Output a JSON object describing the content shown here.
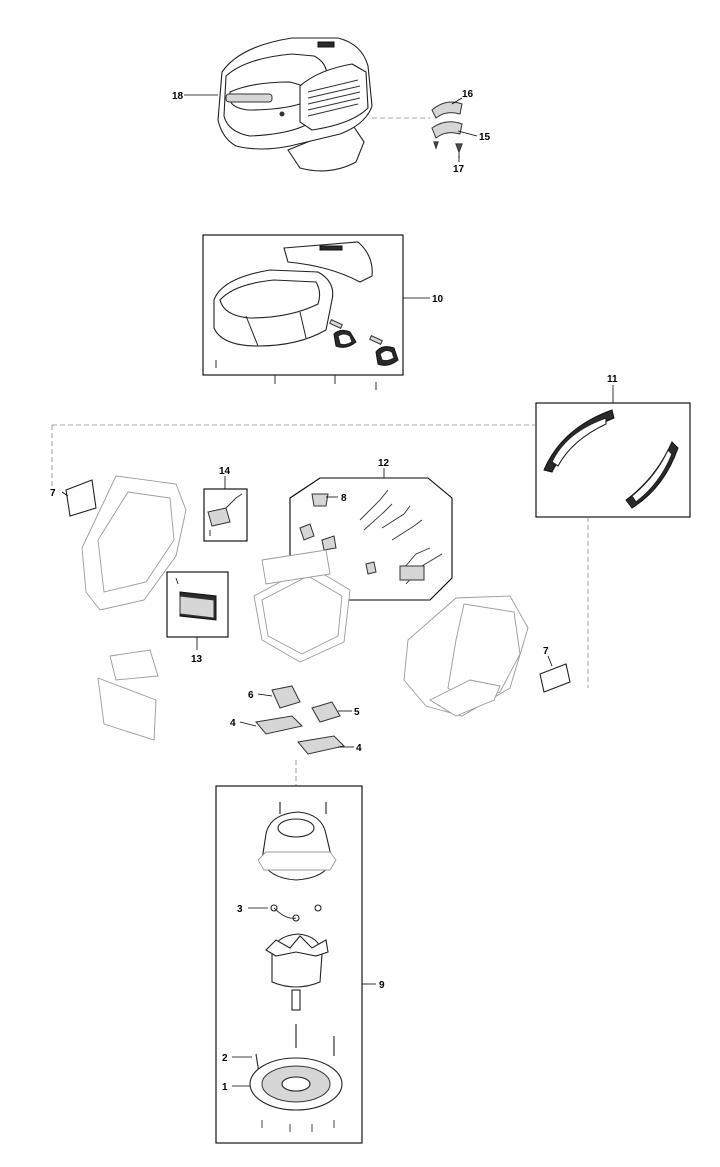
{
  "parts": [
    {
      "id": "cover-assembly",
      "label": "18"
    },
    {
      "id": "clip-upper",
      "label": "16"
    },
    {
      "id": "clip-lower",
      "label": "15"
    },
    {
      "id": "clip-screw",
      "label": "17"
    },
    {
      "id": "cover-kit-box",
      "label": "10"
    },
    {
      "id": "grille-kit-box",
      "label": "11"
    },
    {
      "id": "cable-kit-box",
      "label": "12"
    },
    {
      "id": "connector",
      "label": "8"
    },
    {
      "id": "sensor-module",
      "label": "14"
    },
    {
      "id": "control-board",
      "label": "13"
    },
    {
      "id": "strip-left",
      "label": "7"
    },
    {
      "id": "strip-right",
      "label": "7"
    },
    {
      "id": "damper-left",
      "label": "6"
    },
    {
      "id": "damper-right",
      "label": "5"
    },
    {
      "id": "pad-left",
      "label": "4"
    },
    {
      "id": "pad-right",
      "label": "4"
    },
    {
      "id": "motor-kit-box",
      "label": "9"
    },
    {
      "id": "grommet",
      "label": "3"
    },
    {
      "id": "bolt",
      "label": "2"
    },
    {
      "id": "motor-base",
      "label": "1"
    }
  ],
  "colors": {
    "line": "#222222",
    "dash": "#888888",
    "dark": "#2a2a2a"
  }
}
